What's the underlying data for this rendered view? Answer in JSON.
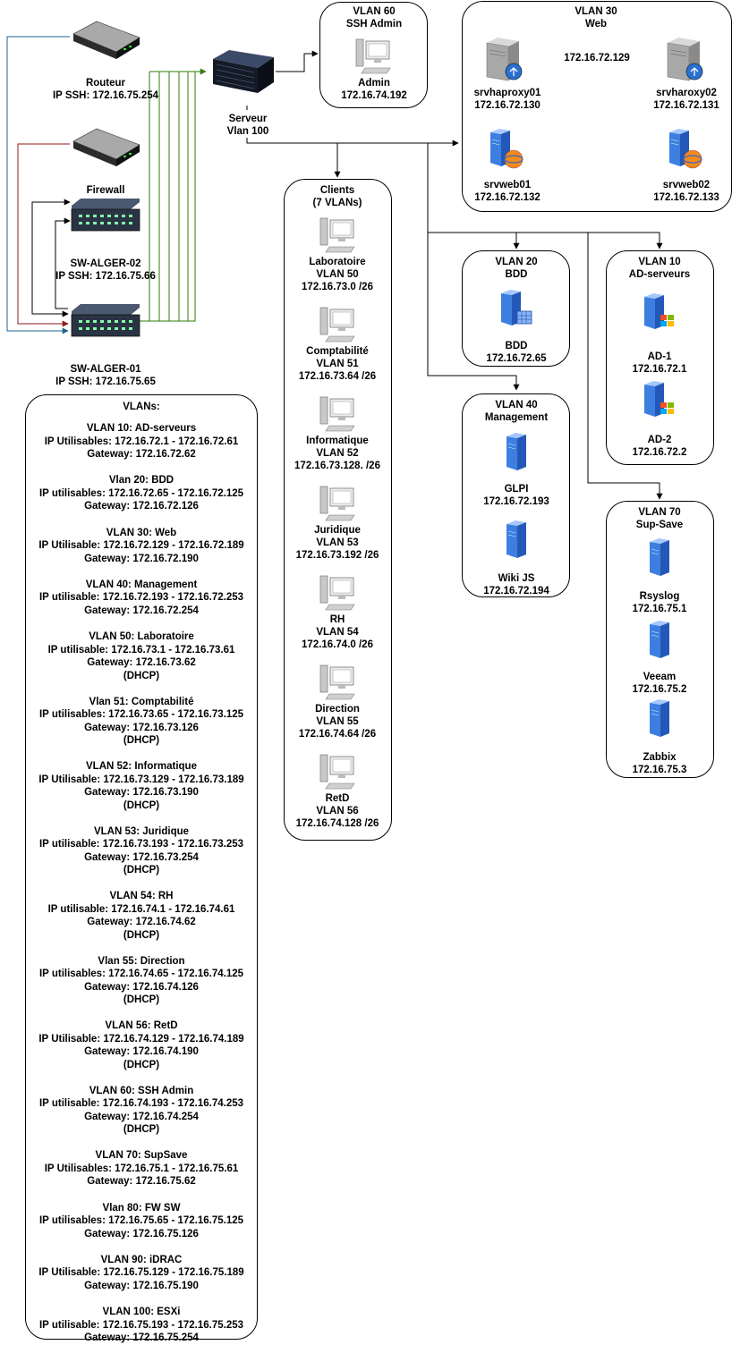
{
  "routeur_top": {
    "name": "Routeur",
    "ip": "IP SSH: 172.16.75.254"
  },
  "firewall": {
    "name": "Firewall"
  },
  "sw_alger_02": {
    "name": "SW-ALGER-02",
    "ip": "IP SSH: 172.16.75.66"
  },
  "sw_alger_01": {
    "name": "SW-ALGER-01",
    "ip": "IP SSH: 172.16.75.65"
  },
  "serveur": {
    "line1": "Serveur",
    "line2": "Vlan 100"
  },
  "vlan60": {
    "title": "VLAN 60",
    "subtitle": "SSH Admin",
    "host": "Admin",
    "ip": "172.16.74.192"
  },
  "vlan30": {
    "title": "VLAN 30",
    "subtitle": "Web",
    "vip": "172.16.72.129",
    "hosts": [
      {
        "name": "srvhaproxy01",
        "ip": "172.16.72.130"
      },
      {
        "name": "srvharoxy02",
        "ip": "172.16.72.131"
      },
      {
        "name": "srvweb01",
        "ip": "172.16.72.132"
      },
      {
        "name": "srvweb02",
        "ip": "172.16.72.133"
      }
    ]
  },
  "clients": {
    "title": "Clients",
    "subtitle": "(7 VLANs)",
    "items": [
      {
        "name": "Laboratoire",
        "vlan": "VLAN 50",
        "net": "172.16.73.0 /26"
      },
      {
        "name": "Comptabilité",
        "vlan": "VLAN 51",
        "net": "172.16.73.64 /26"
      },
      {
        "name": "Informatique",
        "vlan": "VLAN 52",
        "net": "172.16.73.128. /26"
      },
      {
        "name": "Juridique",
        "vlan": "VLAN 53",
        "net": "172.16.73.192 /26"
      },
      {
        "name": "RH",
        "vlan": "VLAN 54",
        "net": "172.16.74.0 /26"
      },
      {
        "name": "Direction",
        "vlan": "VLAN 55",
        "net": "172.16.74.64 /26"
      },
      {
        "name": "RetD",
        "vlan": "VLAN 56",
        "net": "172.16.74.128 /26"
      }
    ]
  },
  "vlan20": {
    "title": "VLAN 20",
    "subtitle": "BDD",
    "host": "BDD",
    "ip": "172.16.72.65"
  },
  "vlan10": {
    "title": "VLAN 10",
    "subtitle": "AD-serveurs",
    "hosts": [
      {
        "name": "AD-1",
        "ip": "172.16.72.1"
      },
      {
        "name": "AD-2",
        "ip": "172.16.72.2"
      }
    ]
  },
  "vlan40": {
    "title": "VLAN 40",
    "subtitle": "Management",
    "hosts": [
      {
        "name": "GLPI",
        "ip": "172.16.72.193"
      },
      {
        "name": "Wiki JS",
        "ip": "172.16.72.194"
      }
    ]
  },
  "vlan70": {
    "title": "VLAN 70",
    "subtitle": "Sup-Save",
    "hosts": [
      {
        "name": "Rsyslog",
        "ip": "172.16.75.1"
      },
      {
        "name": "Veeam",
        "ip": "172.16.75.2"
      },
      {
        "name": "Zabbix",
        "ip": "172.16.75.3"
      }
    ]
  },
  "vlans": {
    "title": "VLANs:",
    "entries": [
      {
        "head": "VLAN 10: AD-serveurs",
        "range": "IP Utilisables: 172.16.72.1 - 172.16.72.61",
        "gw": "Gateway: 172.16.72.62",
        "dhcp": ""
      },
      {
        "head": "Vlan 20: BDD",
        "range": "IP utilisables: 172.16.72.65 - 172.16.72.125",
        "gw": "Gateway: 172.16.72.126",
        "dhcp": ""
      },
      {
        "head": "VLAN 30: Web",
        "range": "IP Utilisable: 172.16.72.129 - 172.16.72.189",
        "gw": "Gateway: 172.16.72.190",
        "dhcp": ""
      },
      {
        "head": "VLAN 40: Management",
        "range": "IP utilisable: 172.16.72.193 - 172.16.72.253",
        "gw": "Gateway: 172.16.72.254",
        "dhcp": ""
      },
      {
        "head": "VLAN 50: Laboratoire",
        "range": "IP utilisable: 172.16.73.1 - 172.16.73.61",
        "gw": "Gateway: 172.16.73.62",
        "dhcp": "(DHCP)"
      },
      {
        "head": "Vlan 51: Comptabilité",
        "range": "IP utilisables: 172.16.73.65 - 172.16.73.125",
        "gw": "Gateway: 172.16.73.126",
        "dhcp": "(DHCP)"
      },
      {
        "head": "VLAN 52: Informatique",
        "range": "IP Utilisable: 172.16.73.129 - 172.16.73.189",
        "gw": "Gateway: 172.16.73.190",
        "dhcp": "(DHCP)"
      },
      {
        "head": "VLAN 53: Juridique",
        "range": "IP utilisable: 172.16.73.193 - 172.16.73.253",
        "gw": "Gateway: 172.16.73.254",
        "dhcp": "(DHCP)"
      },
      {
        "head": "VLAN 54: RH",
        "range": "IP utilisable: 172.16.74.1 - 172.16.74.61",
        "gw": "Gateway: 172.16.74.62",
        "dhcp": "(DHCP)"
      },
      {
        "head": "Vlan 55: Direction",
        "range": "IP utilisables: 172.16.74.65 - 172.16.74.125",
        "gw": "Gateway: 172.16.74.126",
        "dhcp": "(DHCP)"
      },
      {
        "head": "VLAN 56: RetD",
        "range": "IP Utilisable: 172.16.74.129 - 172.16.74.189",
        "gw": "Gateway: 172.16.74.190",
        "dhcp": "(DHCP)"
      },
      {
        "head": "VLAN 60: SSH Admin",
        "range": "IP utilisable: 172.16.74.193 - 172.16.74.253",
        "gw": "Gateway: 172.16.74.254",
        "dhcp": "(DHCP)"
      },
      {
        "head": "VLAN 70: SupSave",
        "range": "IP Utilisables: 172.16.75.1 - 172.16.75.61",
        "gw": "Gateway: 172.16.75.62",
        "dhcp": ""
      },
      {
        "head": "Vlan 80: FW SW",
        "range": "IP utilisables: 172.16.75.65 - 172.16.75.125",
        "gw": "Gateway: 172.16.75.126",
        "dhcp": ""
      },
      {
        "head": "VLAN 90: iDRAC",
        "range": "IP Utilisable: 172.16.75.129 - 172.16.75.189",
        "gw": "Gateway: 172.16.75.190",
        "dhcp": ""
      },
      {
        "head": "VLAN 100: ESXi",
        "range": "IP utilisable: 172.16.75.193 - 172.16.75.253",
        "gw": "Gateway: 172.16.75.254",
        "dhcp": ""
      }
    ]
  },
  "colors": {
    "link_blue": "#1f6391",
    "link_red": "#8b1a1a",
    "link_green": "#2e7d0a",
    "line": "#000000"
  }
}
